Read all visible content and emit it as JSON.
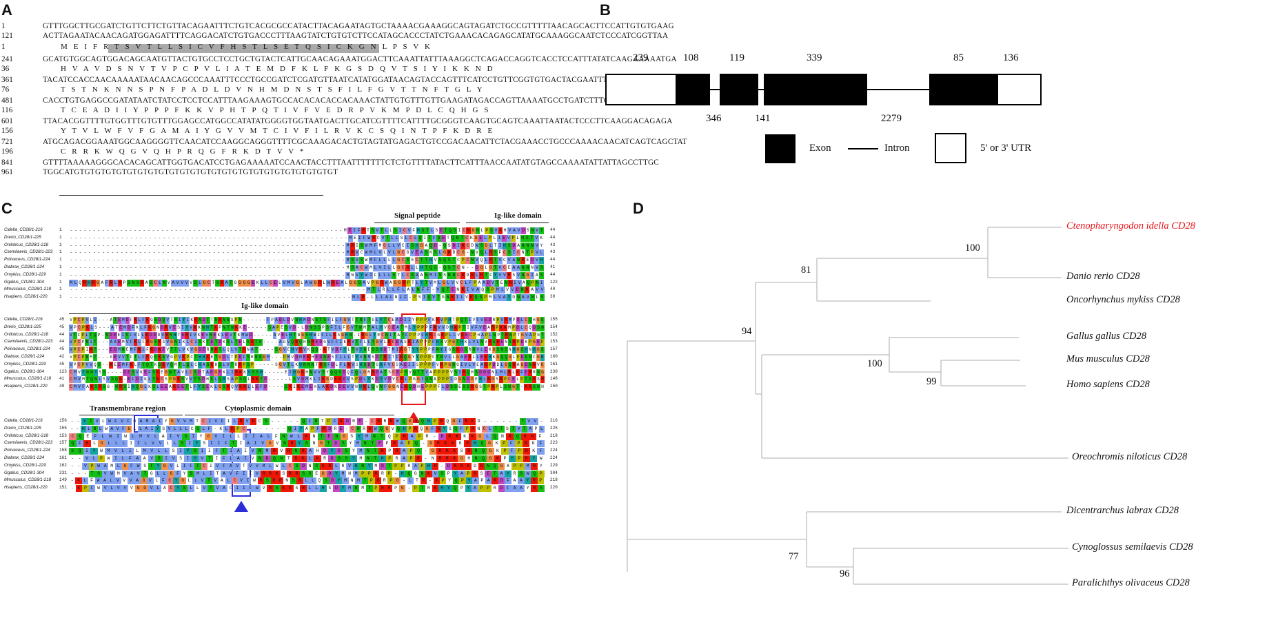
{
  "panel_labels": {
    "a": "A",
    "b": "B",
    "c": "C",
    "d": "D"
  },
  "panelA": {
    "rows": [
      {
        "num": "1",
        "seq": "GTTTGGCTTGCGATCTGTTCTTCTGTTACAGAATTTCTGTCACGCGCCATACTTACAGAATAGTGCTAAAACGAAAGGCAGTAGATCTGCCGTTTTTAACAGCACTTCCATTGTGTGAAG",
        "aa": false
      },
      {
        "num": "121",
        "seq": "ACTTAGAATACAACAGATGGAGATTTTCAGGACATCTGTGACCCTTTAAGTATCTGTGTCTTCCATAGCACCCTATCTGAAACACAGAGCATATGCAAAGGCAATCTCCCATCGGTTAA",
        "aa": false
      },
      {
        "num": "1",
        "seq": "M E I F R T S V T L L S I C V F H S T L S E T Q S I C K G N L P S V K",
        "aa": true
      },
      {
        "num": "241",
        "seq": "GCATGTGGCAGTGGACAGCAATGTTACTGTGCCTCCTGCTGTACTCATTGCAACAGAAATGGACTTCAAATTATTTAAAGGCTCAGACCAGGTCACCTCCATTTATATCAAGAAAAATGA",
        "aa": false
      },
      {
        "num": "36",
        "seq": "H V A V D S N V T V P C P V L I A T E M D F K L F K G S D Q V T S I Y I K K N D",
        "aa": true
      },
      {
        "num": "361",
        "seq": "TACATCCACCAACAAAAATAACAACAGCCCAAATTTCCCTGCCGATCTCGATGTTAATCATATGGATAACAGTACCAGTTTCATCCTGTTCGGTGTGACTACGAATTTTACAGGCCTGTA",
        "aa": false
      },
      {
        "num": "76",
        "seq": "T S T N K N N S P N F P A D L D V N H M D N S T S F I L F G V T T N F T G L Y",
        "aa": true
      },
      {
        "num": "481",
        "seq": "CACCTGTGAGGCCGATATAATCTATCCTCCTCCATTTAAGAAAGTGCCACACACACCACAAACTATTGTGTTTGTTGAAGATAGACCAGTTAAAATGCCTGATCTTTGTCAACATGGAAG",
        "aa": false
      },
      {
        "num": "116",
        "seq": "T C E A D I I Y P P P F K K V P H T P Q T I V F V E D R P V K M P D L C Q H G S",
        "aa": true
      },
      {
        "num": "601",
        "seq": "TTACACGGTTTTGTGGTTTGTGTTTGGAGCCATGGCCATATATGGGGTGGTAATGACTTGCATCGTTTTCATTTTGCGGGTCAAGTGCAGTCAAATTAATACTCCCTTCAAGGACAGAGA",
        "aa": false
      },
      {
        "num": "156",
        "seq": "Y T V L W F V F G A M A I Y G V V M T C I V F I L R V K C S Q I N T P F K D R E",
        "aa": true
      },
      {
        "num": "721",
        "seq": "ATGCAGACGGAAATGGCAAGGGGTTCAACATCCAAGGCAGGGTTTTCGCAAAGACACTGTAGTATGAGACTGTCCGACAACATTCTACGAAACCTGCCCAAAACAACATCAGTCAGCTAT",
        "aa": false
      },
      {
        "num": "196",
        "seq": "C R R K W Q G V Q H P R Q G F R K D T V V *",
        "aa": true
      },
      {
        "num": "841",
        "seq": "GTTTTAAAAAGGGCACACAGCATTGGTGACATCCTGAGAAAAATCCAACTACCTTTAATTTTTTTCTCTGTTTTATACTTCATTTAACCAATATGTAGCCAAAATATTATTAGCCTTGC",
        "aa": false
      },
      {
        "num": "961",
        "seq": "TGGCATGTGTGTGTGTGTGTGTGTGTGTGTGTGTGTGTGTGTGTGTGTGTGTGTGT",
        "aa": false
      }
    ]
  },
  "panelB": {
    "exon_lengths_top": [
      "239",
      "108",
      "119",
      "339",
      "85",
      "136"
    ],
    "intron_lengths_bottom": [
      "346",
      "141",
      "2279"
    ],
    "legend": {
      "exon": "Exon",
      "intron": "Intron",
      "utr": "5' or 3' UTR"
    }
  },
  "panelC": {
    "domain_labels": {
      "signal": "Signal peptide",
      "ig1": "Ig-like domain",
      "ig2": "Ig-like domain",
      "tm": "Transmembrane region",
      "cyto": "Cytoplasmic domain"
    },
    "species": [
      "Cidella_CD28/1-216",
      "Drerio_CD28/1-225",
      "Oniloticus_CD28/1-218",
      "Csemilaevis_CD28/1-223",
      "Polivaceus_CD28/1-224",
      "Dlabrax_CD28/1-224",
      "Omykiss_CD28/1-229",
      "Ggallus_CD28/1-304",
      "Mmusculus_CD28/1-218",
      "Hsapiens_CD28/1-220"
    ],
    "block1": {
      "starts": [
        "1",
        "1",
        "1",
        "1",
        "1",
        "1",
        "1",
        "1",
        "1",
        "1"
      ],
      "ends": [
        "44",
        "44",
        "43",
        "43",
        "44",
        "41",
        "44",
        "122",
        "40",
        "39"
      ],
      "seqs": [
        "------------------------------------------------------------MEIFRTSVTLLSICVFHSTLSETQSICKGNLPSVKHVAVDSNVT",
        "------------------------------------------------------------MEIFWRCVTLLSLCLQITFSETQNTCKGELPLIEVPLNSTVK",
        "------------------------------------------------------------MRISWMFMCLLVCISHGAQD-QSDIKCDWSGLTIHSDANNNVY",
        "------------------------------------------------------------MRVCWMLVLVLGCGVEASKSLGKDCG-NVQLRSFCSICNTPVL",
        "------------------------------------------------------------MSVSWMFLLLLGCSSCTTHVSQSTCPCNVQLKTVCVANREDVH",
        "------------------------------------------------------------MSACWMLVILLGCRLLHTQS-QSTCN--DGLGTVCEAANNNVS",
        "------------------------------------------------------------MNVYWIFLLLSTLCSAANMISSNNCKDKLRTFYVVRSVNGIAS",
        "MLQRHRGAFRLKPSNSRASCLNVAVVVVSLGCTSRATGGGGEKLLCELVMVGLAWGRLWREALGGSAVPGRWAGGRPTLYTVMLGLVVCLFPAADVTENKIVAQPNI",
        "------------------------------------------------------------MTLRLLFLALNFF-VQTENKIVAQSPMLVVDNKAVV",
        "------------------------------------------------------------MLR-LLLALNLF-PSIQVTGNKILVKQSPMLVAYDNAVNLS"
      ]
    },
    "block2": {
      "starts": [
        "45",
        "45",
        "44",
        "44",
        "45",
        "42",
        "45",
        "123",
        "41",
        "40"
      ],
      "ends": [
        "155",
        "154",
        "152",
        "153",
        "157",
        "160",
        "161",
        "230",
        "148",
        "150"
      ],
      "seqs": [
        "VPCPVLI---ATEMDFKLFKGSDQVTSIYIKKNDTTNKNNSPN------FPADLDVNHMDNSTSFILFGVTTNFTGLYTCEADIIYPPPFKKVPHTPQTIVFVEDRPVKMPDLCQHGS",
        "VPCPKLS---ATEMDFKLFKGNDRVESIYVKKNHTKPNTNKKE-----SAPESVD-LDNSSPSFILFGVTNMTALYVCEATMLYPPPFKVVDHKPTIVFVEARPKKMPDLCQDSN",
        "VTCPLTQP-NDEEISFVFLKDEDVKNHTDRIVKEVNEKLEVTKMWD-----AVELHTNGSHWFFILKSGHN-IRGLYRCNITATFPPPFHRCGKPLLVKECPHAPLNPTRNPTGVAPNT",
        "VPCPNIT---AAEMVFKLFRGSKSVGNIKLCISKTETDKSLTELSKTS----ADVQKQHNREDGVFFIKKVTFLLTGVLRCEASKIAPPPFHSVPGTHKLVLNVRSKENSRPDKPGEP",
        "VPCPIKT---EDMNEMFKLFRDKEVTTLVKVGDERNKTLQLVTRNAT----SGVEHVRVKQQ-KTVDFYLTVYNESSHDTMIRGTYYPPPFNYIGSKDSRNVLEKGSNSNHGSHNHGS",
        "VPCPNMT---GEVVTFTLFRQSKSVGPVKPCTHHKETGDLTPDFSRNSGM---PMVDMEKHEDNESFLLLTYVNMSDTRITFRQGYYPPPFTNVLLGAERLLEKHKGQQGLPDSNCGH",
        "VPCPVVQS--KEEMFKLFTQTKSKVQMTLQLCHASKHSLVTRKPSP-----SGVTLKHNNNTRSFDLFLKVSHSDTGHFVCSAEIISPPPFVKPGNGIVLVEARPDDLGQRAGDNRVG",
        "CMVYNNYSS----DESVKEFSKEGNTAVLCSDTAEGEKLIRKKYSSH-----EIHGKHNVVSYQQSDQFQLGRRDATSCEPSVQTTVAPPPPVSIRQHSDDDNLMLRLKFERRNG",
        "CMVMTQNLSVSQK-EFDIKLTKCSPGKSVVTSDHSLQHSAPSQLRKTD-----LSVDMKLIKGDKKDVSPDLYKDYVDVCKLPGGIQNAPPPLDGNDGEHLRGSKPCELPTSRSR",
        "CMVFAKSRSG-NRSIHQGLKSLEEAKEETLFYSEKLGSKQVKKLLEFD----SKIKEMEHLAKDKDEVVNHKLQVNFGGNEKQDHEPPPFLDSSESSKGSTPKPLSNGT-KRSNH"
      ]
    },
    "block3": {
      "starts": [
        "156",
        "155",
        "153",
        "157",
        "158",
        "161",
        "162",
        "231",
        "149",
        "151"
      ],
      "ends": [
        "216",
        "225",
        "218",
        "223",
        "224",
        "224",
        "229",
        "304",
        "218",
        "220"
      ],
      "seqs": [
        "--YTVLWFVFGAMAIYGVVMTCIVFILRVKCS-----QINTPFKDRE-CRRKWQGVQHPRQGFRKD------TVV-",
        "--HLNLWAVFGLLAIYSVLLLCSLF-KLKPC-------QIYAPFKDRE-CNRKWQGVQHPRQGFKYSQFPRNCLTTSTVTAPL",
        "CQEFLWIWLMVLAIVSIYGVILLIIALFNWLKNTENGSYMNTQPRAPR-DRKKKGLQNRQRKF",
        "QFRLGLLLIILVVLLSIYSIIFTIAIVGVNRYSNGTDSYMNTEPRAPQ-GRKKGRHQGKPFPRKF",
        "SQIYWMVLILMVLLSIYSIIFTIAIVNMRVRNRAHDYDSYMNTRPRAPQ-GRKKSRNQGKPFPRKF",
        "--VLPWILFAAVSIVSIYVTIFLAIVNDQNTRKLKRDSSYMNTHPRAPR-NRRKGHNQGKPYPRYW",
        "--VPWAMLGFWSTYGVLIFTCIVFAVTVVMLWLCSDNSKRLRVHNYMDTPPRAPHR-DRRKDRNQGAPPMRY",
        "---TSVWMVAVTGLLGFYSMLITAVFIIVRRKSRRSSEGDYMNMPPRRP-HQGNKVSPYAPRSETAYRSWQP",
        "-KLFWALVVVAGVLFCYGLLVTVALCVIWRSRRNSRLLQSDYMNMTPRRPG-LTR-KPYQPYAPARDFAAYRP",
        "-KPFWVLVVVGGVLACYSLLVTVAFIIFWVRSKRSRLLHSDYMNMTPRRPG-PTRKHYQPYAPPRDFAAYRS"
      ]
    }
  },
  "panelD": {
    "taxa": [
      "Ctenopharyngodon idella CD28",
      "Danio rerio CD28",
      "Oncorhynchus mykiss CD28",
      "Gallus gallus CD28",
      "Mus musculus CD28",
      "Homo sapiens CD28",
      "Oreochromis niloticus CD28",
      "Dicentrarchus labrax CD28",
      "Cynoglossus semilaevis CD28",
      "Paralichthys olivaceus CD28"
    ],
    "highlight_color": "#e8141b",
    "bootstrap": [
      "100",
      "81",
      "94",
      "100",
      "99",
      "77",
      "96"
    ]
  }
}
